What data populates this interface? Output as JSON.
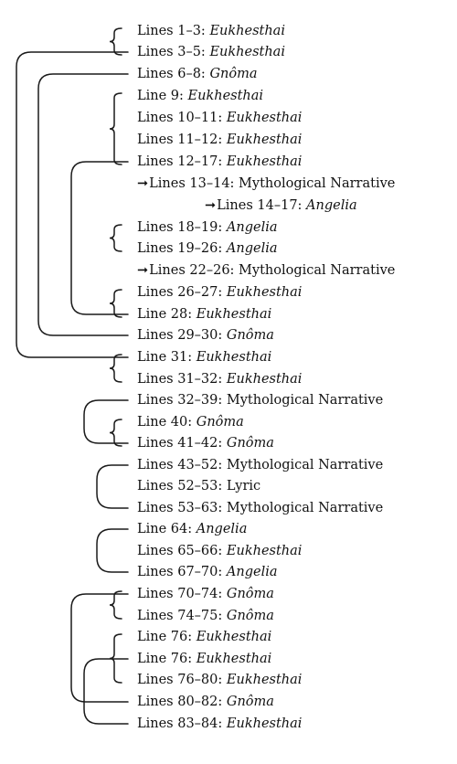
{
  "rows": [
    {
      "label": "Lines 1–3:",
      "genre": "Eukhesthai",
      "italic": true,
      "arrow": ""
    },
    {
      "label": "Lines 3–5:",
      "genre": "Eukhesthai",
      "italic": true,
      "arrow": ""
    },
    {
      "label": "Lines 6–8:",
      "genre": "Gnôma",
      "italic": true,
      "arrow": ""
    },
    {
      "label": "Line 9:",
      "genre": "Eukhesthai",
      "italic": true,
      "arrow": ""
    },
    {
      "label": "Lines 10–11:",
      "genre": "Eukhesthai",
      "italic": true,
      "arrow": ""
    },
    {
      "label": "Lines 11–12:",
      "genre": "Eukhesthai",
      "italic": true,
      "arrow": ""
    },
    {
      "label": "Lines 12–17:",
      "genre": "Eukhesthai",
      "italic": true,
      "arrow": ""
    },
    {
      "label": "Lines 13–14:",
      "genre": "Mythological Narrative",
      "italic": false,
      "arrow": "➞"
    },
    {
      "label": "Lines 14–17:",
      "genre": "Angelia",
      "italic": true,
      "arrow": "➞"
    },
    {
      "label": "Lines 18–19:",
      "genre": "Angelia",
      "italic": true,
      "arrow": ""
    },
    {
      "label": "Lines 19–26:",
      "genre": "Angelia",
      "italic": true,
      "arrow": ""
    },
    {
      "label": "Lines 22–26:",
      "genre": "Mythological Narrative",
      "italic": false,
      "arrow": "➞"
    },
    {
      "label": "Lines 26–27:",
      "genre": "Eukhesthai",
      "italic": true,
      "arrow": ""
    },
    {
      "label": "Line 28:",
      "genre": "Eukhesthai",
      "italic": true,
      "arrow": ""
    },
    {
      "label": "Lines 29–30:",
      "genre": "Gnôma",
      "italic": true,
      "arrow": ""
    },
    {
      "label": "Line 31:",
      "genre": "Eukhesthai",
      "italic": true,
      "arrow": ""
    },
    {
      "label": "Lines 31–32:",
      "genre": "Eukhesthai",
      "italic": true,
      "arrow": ""
    },
    {
      "label": "Lines 32–39:",
      "genre": "Mythological Narrative",
      "italic": false,
      "arrow": ""
    },
    {
      "label": "Line 40:",
      "genre": "Gnôma",
      "italic": true,
      "arrow": ""
    },
    {
      "label": "Lines 41–42:",
      "genre": "Gnôma",
      "italic": true,
      "arrow": ""
    },
    {
      "label": "Lines 43–52:",
      "genre": "Mythological Narrative",
      "italic": false,
      "arrow": ""
    },
    {
      "label": "Lines 52–53:",
      "genre": "Lyric",
      "italic": false,
      "arrow": ""
    },
    {
      "label": "Lines 53–63:",
      "genre": "Mythological Narrative",
      "italic": false,
      "arrow": ""
    },
    {
      "label": "Line 64:",
      "genre": "Angelia",
      "italic": true,
      "arrow": ""
    },
    {
      "label": "Lines 65–66:",
      "genre": "Eukhesthai",
      "italic": true,
      "arrow": ""
    },
    {
      "label": "Lines 67–70:",
      "genre": "Angelia",
      "italic": true,
      "arrow": ""
    },
    {
      "label": "Lines 70–74:",
      "genre": "Gnôma",
      "italic": true,
      "arrow": ""
    },
    {
      "label": "Lines 74–75:",
      "genre": "Gnôma",
      "italic": true,
      "arrow": ""
    },
    {
      "label": "Line 76:",
      "genre": "Eukhesthai",
      "italic": true,
      "arrow": ""
    },
    {
      "label": "Line 76:",
      "genre": "Eukhesthai",
      "italic": true,
      "arrow": ""
    },
    {
      "label": "Lines 76–80:",
      "genre": "Eukhesthai",
      "italic": true,
      "arrow": ""
    },
    {
      "label": "Lines 80–82:",
      "genre": "Gnôma",
      "italic": true,
      "arrow": ""
    },
    {
      "label": "Lines 83–84:",
      "genre": "Eukhesthai",
      "italic": true,
      "arrow": ""
    }
  ],
  "connections": {
    "braces": [
      [
        0,
        1
      ],
      [
        3,
        6
      ],
      [
        9,
        10
      ],
      [
        12,
        13
      ],
      [
        15,
        16
      ],
      [
        18,
        19
      ],
      [
        26,
        27
      ],
      [
        28,
        30
      ]
    ],
    "arcs": [
      [
        2,
        14
      ],
      [
        6,
        13
      ],
      [
        1,
        15
      ],
      [
        17,
        19
      ],
      [
        20,
        22
      ],
      [
        23,
        25
      ],
      [
        26,
        31
      ],
      [
        29,
        32
      ]
    ]
  }
}
